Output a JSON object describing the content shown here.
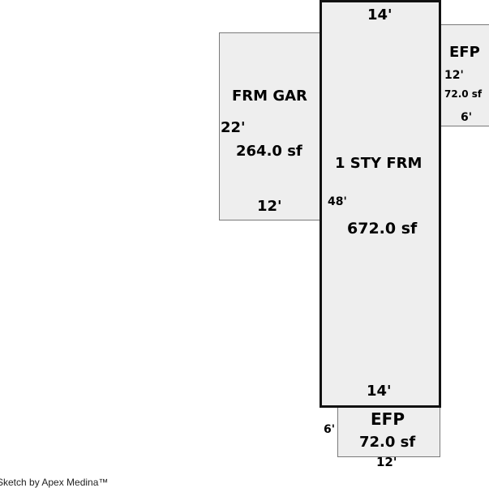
{
  "rooms": {
    "garage": {
      "name": "FRM GAR",
      "area": "264.0 sf",
      "side_dim": "22'",
      "bottom_dim": "12'"
    },
    "main": {
      "name": "1 STY FRM",
      "area": "672.0 sf",
      "top_dim": "14'",
      "side_dim": "48'",
      "bottom_dim": "14'"
    },
    "porch_right": {
      "name": "EFP",
      "side_dim": "12'",
      "area": "72.0 sf",
      "bottom_dim": "6'"
    },
    "porch_bottom": {
      "name": "EFP",
      "side_dim": "6'",
      "area": "72.0 sf",
      "bottom_dim": "12'"
    }
  },
  "footer": {
    "credit": "Sketch by Apex Medina™"
  },
  "colors": {
    "fill": "#eeeeee",
    "outline": "#7a7a7a",
    "main_outline": "#111111"
  }
}
